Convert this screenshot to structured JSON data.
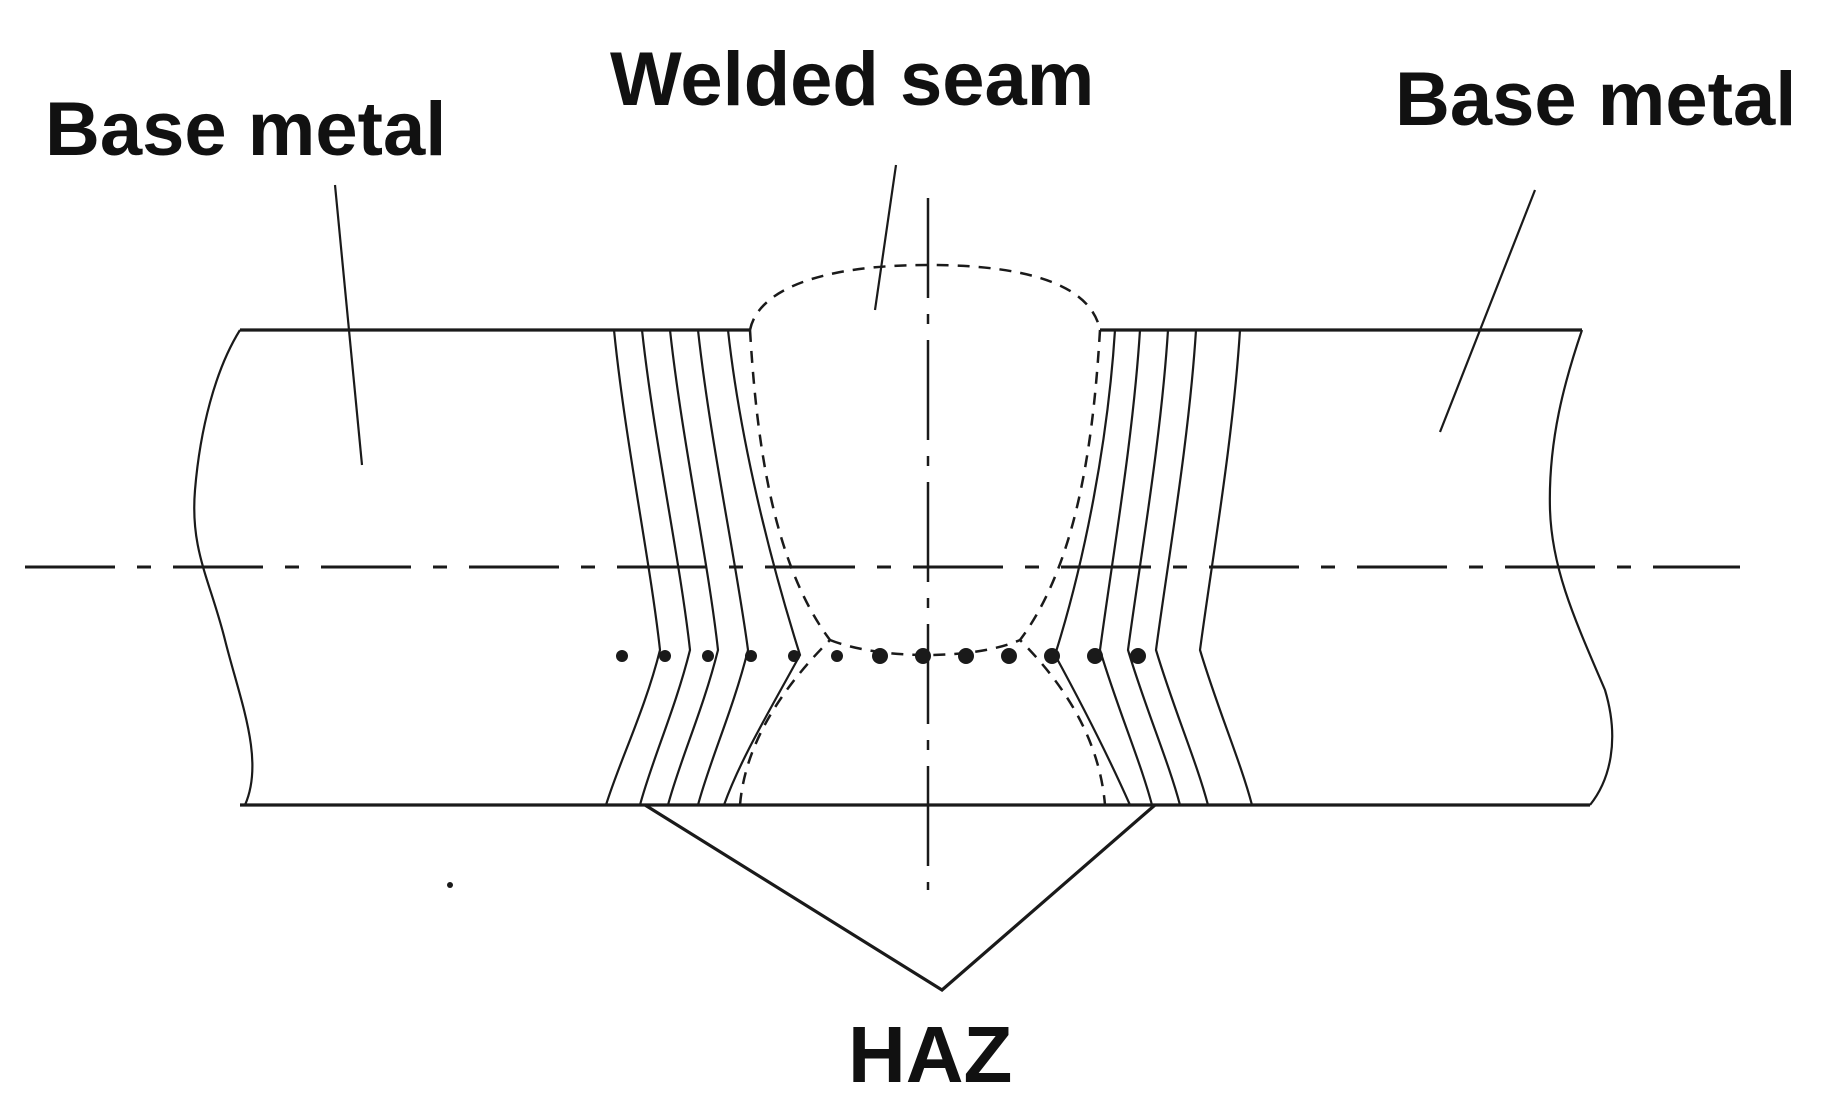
{
  "labels": {
    "base_metal_left": "Base metal",
    "welded_seam": "Welded seam",
    "base_metal_right": "Base metal",
    "haz": "HAZ"
  },
  "colors": {
    "ink": "#1a1a1a",
    "background": "#ffffff"
  }
}
